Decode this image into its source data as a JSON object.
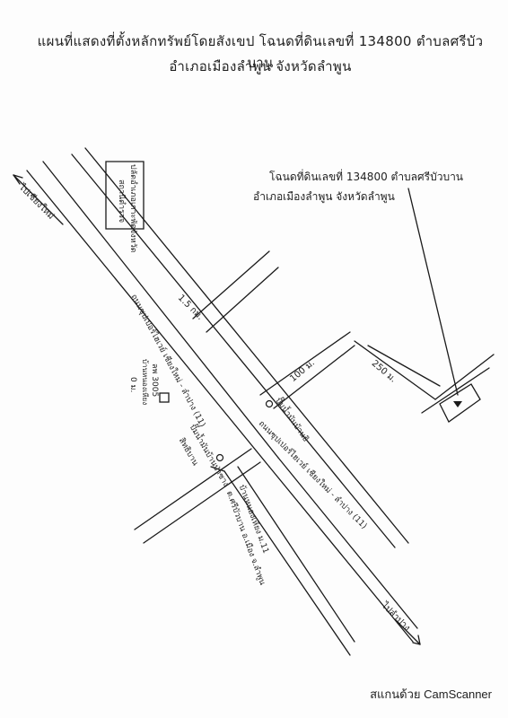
{
  "title": {
    "line1": "แผนที่แสดงที่ตั้งหลักทรัพย์โดยสังเขป โฉนดที่ดินเลขที่ 134800 ตำบลศรีบัวบาน",
    "line2": "อำเภอเมืองลำพูน จังหวัดลำพูน"
  },
  "map": {
    "target_label_1": "โฉนดที่ดินเลขที่ 134800 ตำบลศรีบัวบาน",
    "target_label_2": "อำเภอเมืองลำพูน จังหวัดลำพูน",
    "direction_north": "ไปเชียงใหม่",
    "direction_south": "ไปลำปาง",
    "office_1": "ปลัดอำเภอเกาะพัดจังหวัด",
    "office_2": "สถานีตำรวจ",
    "main_road_1": "ถนนซุปเปอร์ไฮเวย์ เชียงใหม่ - ลำปาง (11)",
    "main_road_2": "ถนนซุปเปอร์ไฮเวย์ เชียงใหม่ - ลำปาง (11)",
    "distance_1": "1.5 กม.",
    "distance_2": "100 ม.",
    "distance_3": "250 ม.",
    "road_lp": "ลพ 3005",
    "road_lp_sub": "บ้านหนองเหียง",
    "distance_0m": "0 ม.",
    "gas_station_1": "ปั๊มน้ำมันบ้านธิ",
    "gas_station_2": "ปั๊มน้ำมันบ้านป่าซาง",
    "gas_station_2b": "สิทธิบาน",
    "village_1": "บ้านหนองเหียง ม.11",
    "village_2": "ต.ศรีบัวบาน อ.เมือง จ.ลำพูน"
  },
  "footer": {
    "scanner": "สแกนด้วย CamScanner"
  }
}
